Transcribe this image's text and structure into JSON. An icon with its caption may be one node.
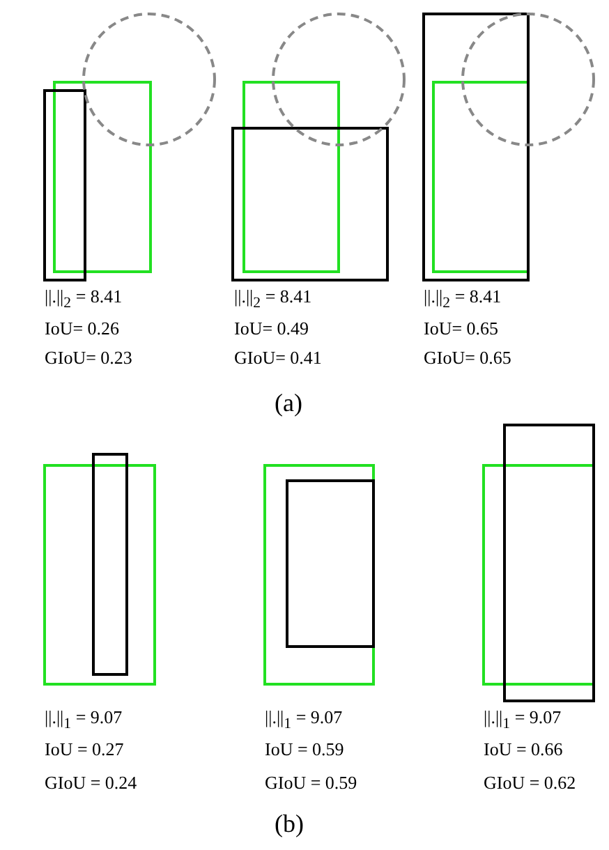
{
  "diagram": {
    "labels": [
      "||.||$_{2}$ = 8.41",
      "||.||$_{2}$ = 8.41",
      "||.||$_{2}$ = 8.41",
      "IoU= 0.26",
      "IoU= 0.49",
      "IoU= 0.65",
      "GIoU= 0.23",
      "GIoU= 0.41",
      "GIoU= 0.65",
      "(a)",
      "||.||$_{1}$ = 9.07",
      "||.||$_{1}$ = 9.07",
      "||.||$_{1}$ = 9.07",
      "IoU = 0.27",
      "IoU = 0.59",
      "IoU = 0.66",
      "GIoU = 0.24",
      "GIoU = 0.59",
      "GIoU = 0.62",
      "(b)"
    ]
  }
}
